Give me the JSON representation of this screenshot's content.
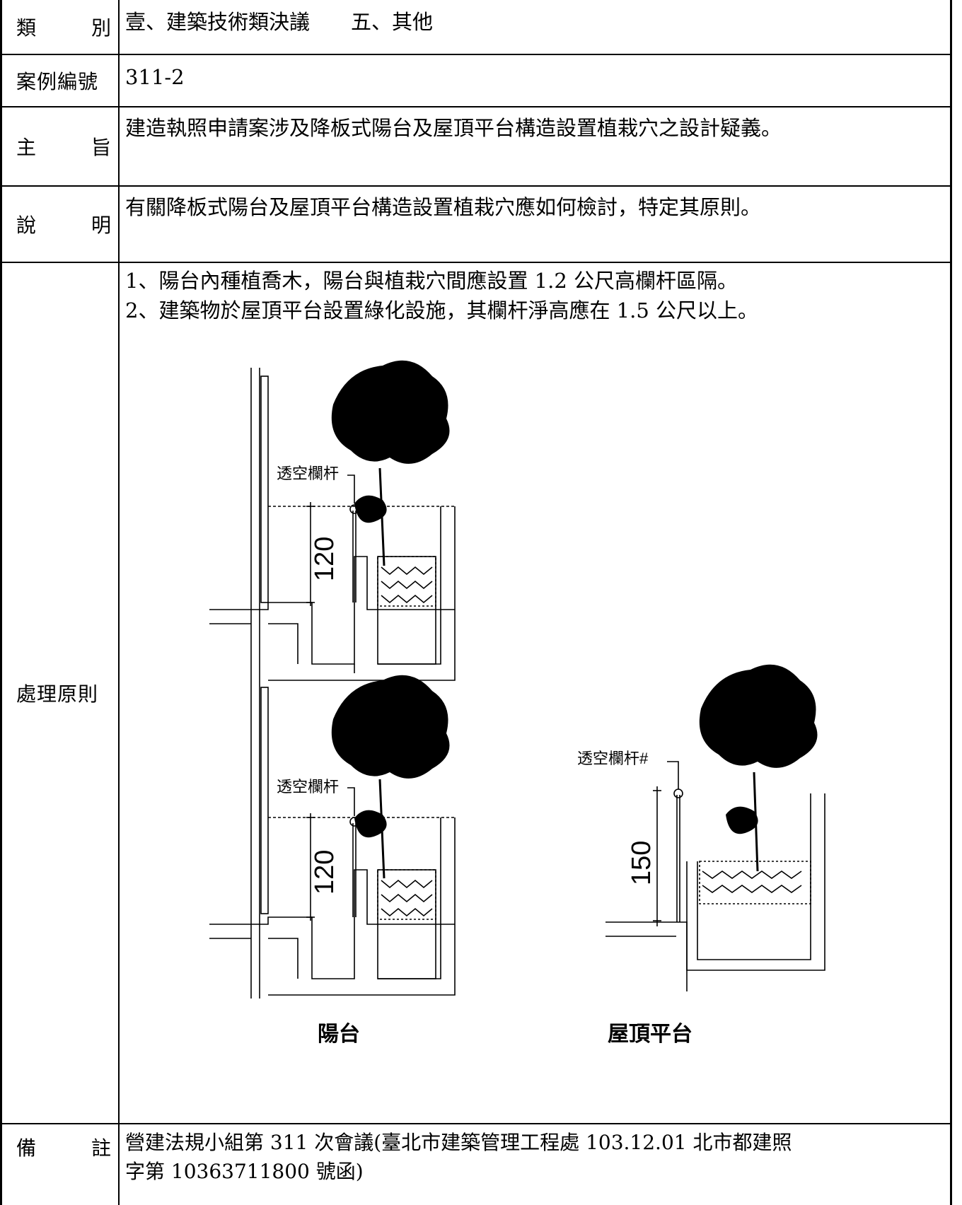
{
  "rows": {
    "category": {
      "label_a": "類",
      "label_b": "別",
      "value": "壹、建築技術類決議　　五、其他"
    },
    "case_no": {
      "label": "案例編號",
      "value": "311-2"
    },
    "subject": {
      "label_a": "主",
      "label_b": "旨",
      "value": "建造執照申請案涉及降板式陽台及屋頂平台構造設置植栽穴之設計疑義。"
    },
    "explanation": {
      "label_a": "說",
      "label_b": "明",
      "value": "有關降板式陽台及屋頂平台構造設置植栽穴應如何檢討，特定其原則。"
    },
    "principle": {
      "label": "處理原則",
      "line1": "1、陽台內種植喬木，陽台與植栽穴間應設置 1.2 公尺高欄杆區隔。",
      "line2": "2、建築物於屋頂平台設置綠化設施，其欄杆淨高應在 1.5 公尺以上。"
    },
    "remarks": {
      "label_a": "備",
      "label_b": "註",
      "line1": "營建法規小組第 311 次會議(臺北市建築管理工程處 103.12.01 北市都建照",
      "line2": "字第 10363711800 號函)"
    }
  },
  "diagram": {
    "railing_label_1": "透空欄杆",
    "railing_label_2": "透空欄杆",
    "railing_label_3": "透空欄杆#",
    "dim_1": "120",
    "dim_2": "120",
    "dim_3": "150",
    "caption_balcony": "陽台",
    "caption_roof": "屋頂平台"
  }
}
